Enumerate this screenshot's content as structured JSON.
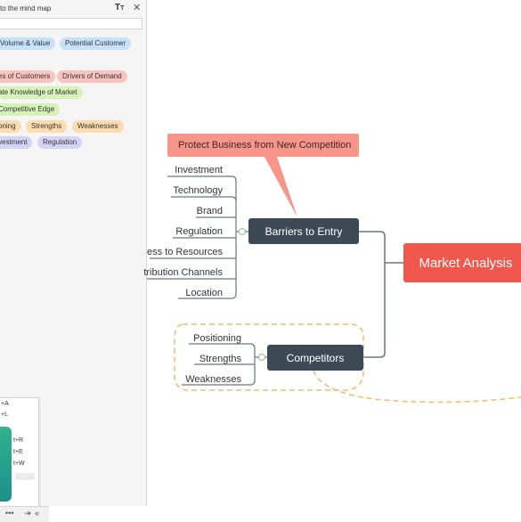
{
  "panel": {
    "title": "to the mind map",
    "font_icon": "text-size-icon",
    "tags_row1": [
      "Volume & Value",
      "Potential Customer"
    ],
    "tags_row2": [
      "es of Customers",
      "Drivers of Demand"
    ],
    "tags_row3": [
      "ate Knowledge of Market"
    ],
    "tags_row4": [
      "Competitive Edge"
    ],
    "tags_row5": [
      "oning",
      "Strengths",
      "Weaknesses"
    ],
    "tags_row6": [
      "vestment",
      "Regulation"
    ]
  },
  "shortcuts": {
    "lines": [
      "+A",
      "+L",
      "t+R",
      "t+E",
      "t+W"
    ]
  },
  "bottom": {
    "dots": "•••",
    "chevron": "«"
  },
  "mindmap": {
    "root": "Market Analysis",
    "barriers": {
      "label": "Barriers to Entry",
      "callout": "Protect Business from New Competition",
      "leaves": [
        "Investment",
        "Technology",
        "Brand",
        "Regulation",
        "ess to Resources",
        "tribution Channels",
        "Location"
      ]
    },
    "competitors": {
      "label": "Competitors",
      "leaves": [
        "Positioning",
        "Strengths",
        "Weaknesses"
      ]
    }
  },
  "colors": {
    "dark_node": "#3d4a56",
    "root_node": "#f0584e",
    "callout": "#f7958b",
    "boundary": "#f5b86a",
    "connector": "#6b7680"
  }
}
